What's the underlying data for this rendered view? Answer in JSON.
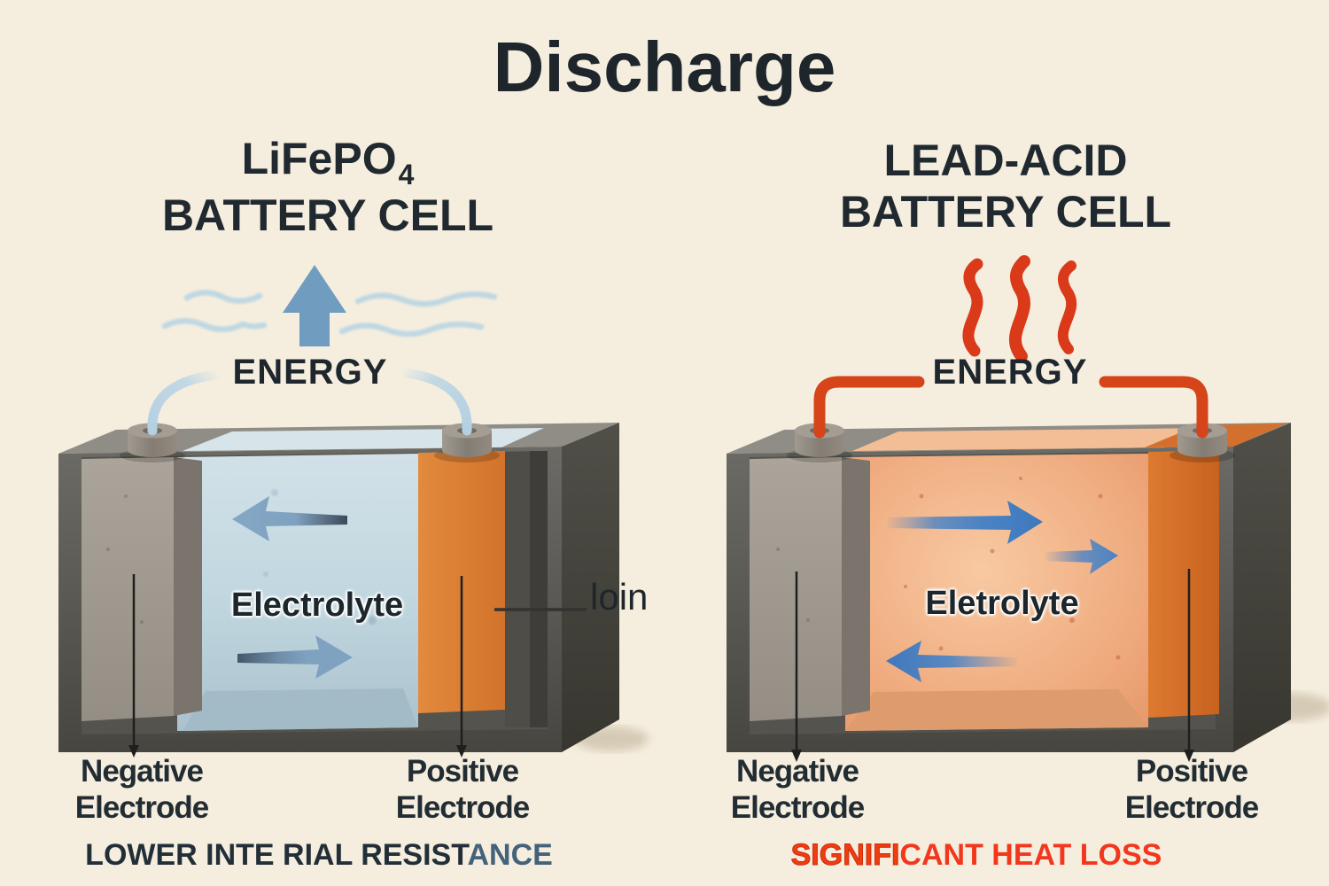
{
  "title": "Discharge",
  "left": {
    "heading_formula_base": "LiFePO",
    "heading_formula_subscript": "4",
    "heading_line2": "BATTERY CELL",
    "energy_label": "ENERGY",
    "electrolyte_label": "Electrolyte",
    "separator_callout_label": "loin",
    "negative_label_line1": "Negative",
    "negative_label_line2": "Electrode",
    "positive_label_line1": "Positive",
    "positive_label_line2": "Electrode",
    "caption_part1": "LOWER INTE RIAL RESIST",
    "caption_part2": "ANCE"
  },
  "right": {
    "heading_line1": "LEAD-ACID",
    "heading_line2": "BATTERY CELL",
    "energy_label": "ENERGY",
    "electrolyte_label": "Eletrolyte",
    "negative_label_line1": "Negative",
    "negative_label_line2": "Electrode",
    "positive_label_line1": "Positive",
    "positive_label_line2": "Electrode",
    "caption_part1": "SIGNIFI",
    "caption_part2": "CANT HEAT LOSS"
  },
  "icons": {
    "left_energy_flow": "up-arrow-icon",
    "left_energy_dissipation": "air-wave-icon",
    "right_heat_loss": "heat-squiggle-icon",
    "ion_flow": "horizontal-arrow-icon",
    "terminals": "battery-terminal-icon"
  },
  "colors": {
    "background": "#f5eedf",
    "ink": "#212a31",
    "lifepo_blue": "#6f9cbf",
    "electrolyte_blue": "#c3d8e1",
    "electrolyte_peach": "#f0ab84",
    "electrode_orange": "#d97a31",
    "electrode_gray": "#9d978f",
    "case_gray": "#55544e",
    "heat_red": "#d64419",
    "caption_blue": "#44627a",
    "caption_red": "#ef3c10"
  }
}
